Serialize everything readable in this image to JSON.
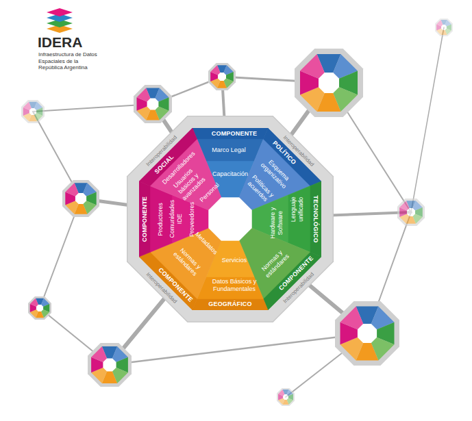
{
  "diagram": {
    "title": "IDERA",
    "nodes": [
      {
        "text": [
          "COMPONENTE",
          "POLÍTICO"
        ]
      },
      {
        "text": [
          "Marco Legal"
        ],
        "in": 0
      },
      {
        "text": [
          "Capacitación"
        ],
        "in": 0
      },
      {
        "text": [
          "Esquema organizativo"
        ],
        "in": 0
      },
      {
        "text": [
          "Políticas y acuerdos"
        ],
        "in": 0
      },
      {
        "text": [
          "COMPONENTE",
          "TECNOLÓGICO"
        ]
      },
      {
        "text": [
          "Hardware y Software"
        ],
        "in": 5
      },
      {
        "text": [
          "Lenguaje unificado"
        ],
        "in": 5
      },
      {
        "text": [
          "Normas y estándares"
        ],
        "in": 5
      },
      {
        "text": [
          "COMPONENTE",
          "GEOGRÁFICO"
        ]
      },
      {
        "text": [
          "Servicios"
        ],
        "in": 9
      },
      {
        "text": [
          "Datos Básicos y Fundamentales"
        ],
        "in": 9
      },
      {
        "text": [
          "Normas y estándares"
        ],
        "in": 9
      },
      {
        "text": [
          "Metadatos"
        ],
        "in": 9
      },
      {
        "text": [
          "COMPONENTE",
          "SOCIAL"
        ]
      },
      {
        "text": [
          "Productores"
        ],
        "in": 14
      },
      {
        "text": [
          "Comunidades IDE"
        ],
        "in": 14
      },
      {
        "text": [
          "Proveedores"
        ],
        "in": 14
      },
      {
        "text": [
          "Personal"
        ],
        "in": 14
      },
      {
        "text": [
          "Usuarios básicos y avanzados"
        ],
        "in": 14
      },
      {
        "text": [
          "Desarrolladores"
        ],
        "in": 14
      }
    ],
    "labels": [
      "Infraestructura de Datos Espaciales de la República Argentina",
      "Interoperabilidad",
      "Interoperabilidad",
      "Interoperabilidad",
      "Interoperabilidad"
    ]
  }
}
